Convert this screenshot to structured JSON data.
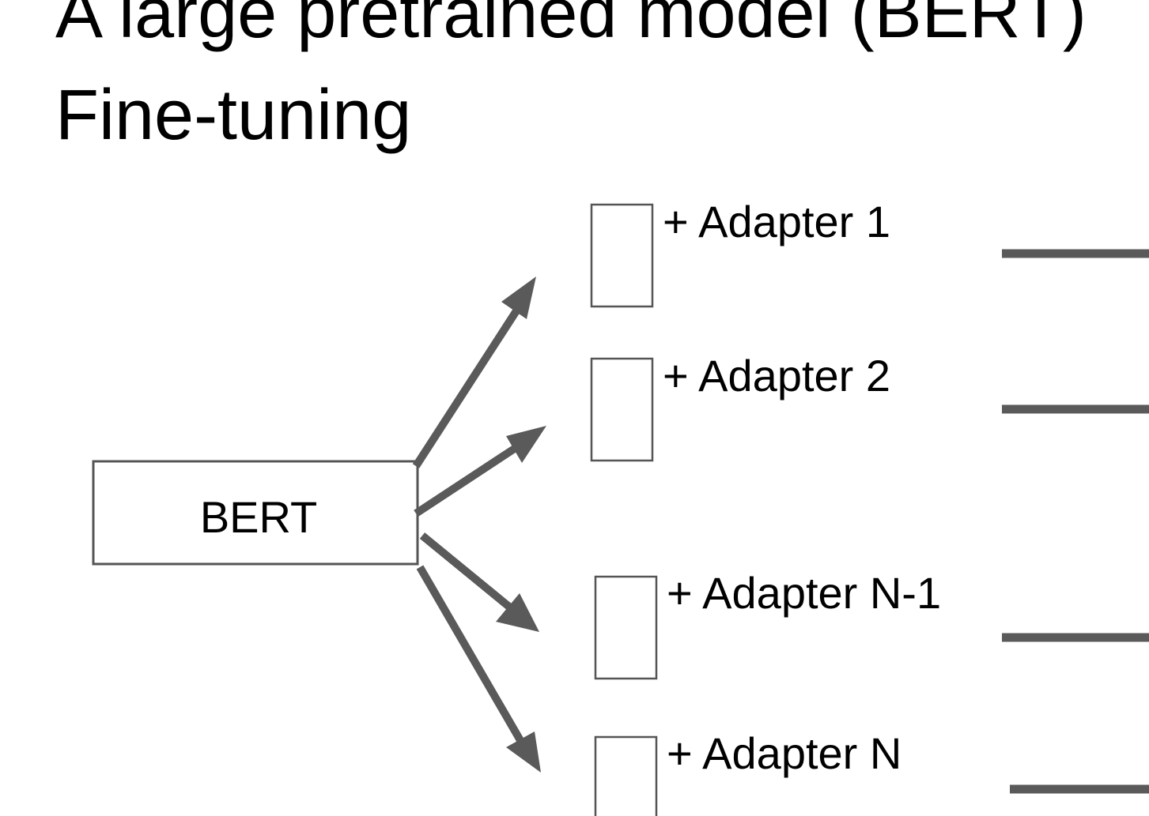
{
  "slide": {
    "heading_line_1": "A large pretrained model (BERT)",
    "heading_line_2": "Fine-tuning"
  },
  "diagram": {
    "base_model_label": "BERT",
    "adapters": [
      {
        "label": "+ Adapter 1"
      },
      {
        "label": "+ Adapter 2"
      },
      {
        "label": "+ Adapter N-1"
      },
      {
        "label": "+ Adapter N"
      }
    ]
  },
  "colors": {
    "stroke": "#5a5a5a",
    "box_border": "#555555",
    "text": "#000000",
    "background": "#ffffff"
  }
}
